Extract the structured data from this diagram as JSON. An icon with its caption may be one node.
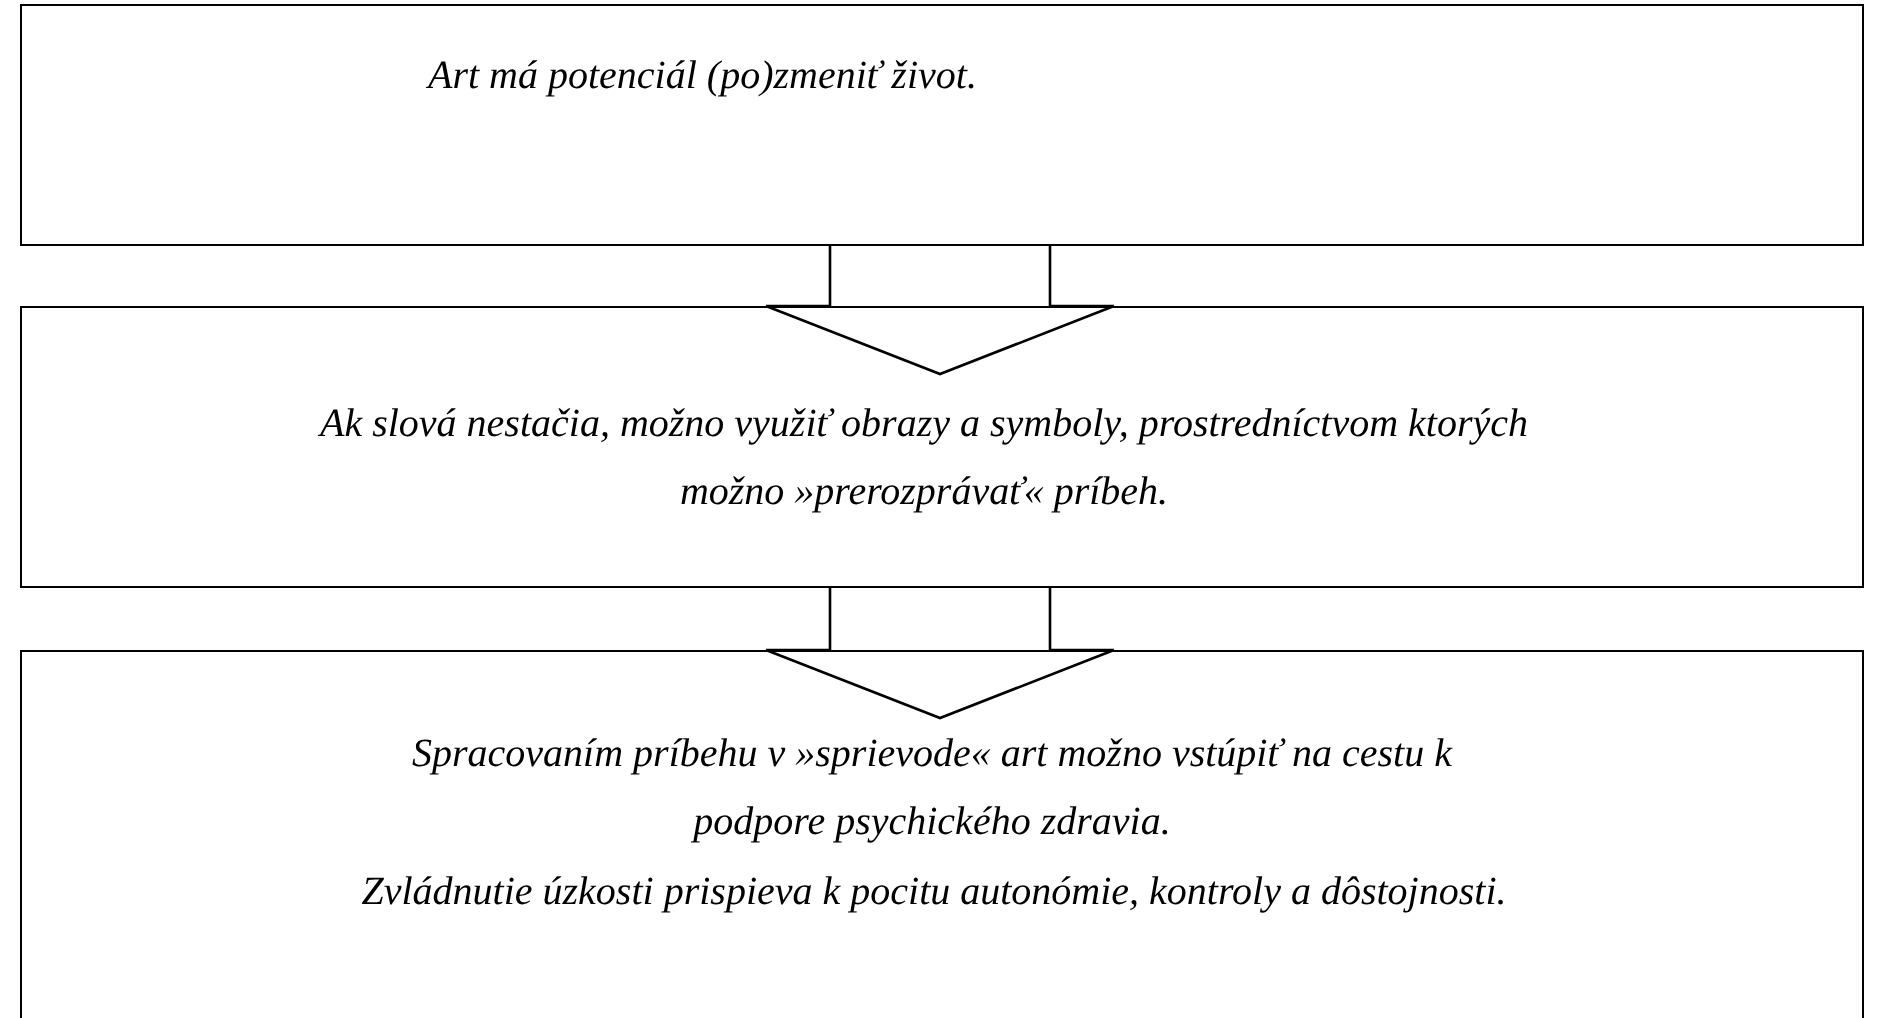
{
  "diagram": {
    "nodes": [
      {
        "text": [
          "Art má potenciál (po)zmeniť život."
        ]
      },
      {
        "text": [
          "Ak slová nestačia, možno využiť obrazy a symboly, prostredníctvom ktorých možno »prerozprávať« príbeh."
        ]
      },
      {
        "text": [
          "Spracovaním príbehu v »sprievode« art možno vstúpiť na cestu k podpore psychického zdravia.",
          "Zvládnutie úzkosti prispieva k pocitu autonómie, kontroly a dôstojnosti."
        ]
      }
    ],
    "edges": [
      {
        "from": 0,
        "to": 1,
        "arrow": "to"
      },
      {
        "from": 1,
        "to": 2,
        "arrow": "to"
      }
    ]
  }
}
